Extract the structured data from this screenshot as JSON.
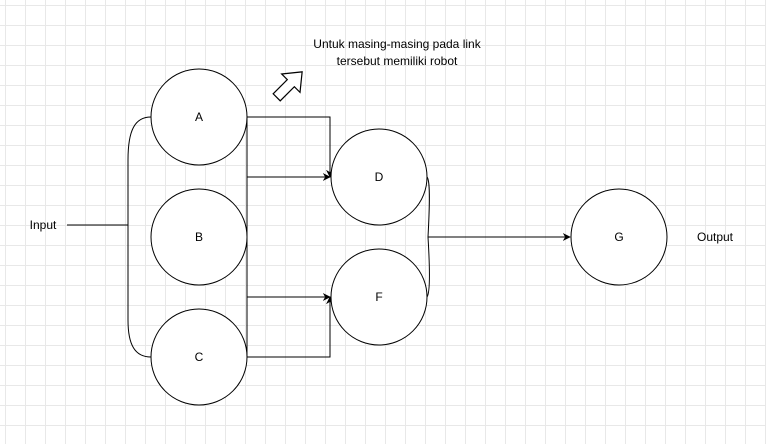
{
  "diagram": {
    "nodes": {
      "a": "A",
      "b": "B",
      "c": "C",
      "d": "D",
      "f": "F",
      "g": "G"
    },
    "labels": {
      "input": "Input",
      "output": "Output",
      "note_line1": "Untuk masing-masing pada link",
      "note_line2": "tersebut memiliki robot"
    },
    "edges": [
      {
        "from": "A",
        "to": "D"
      },
      {
        "from": "B",
        "to": "D"
      },
      {
        "from": "B",
        "to": "F"
      },
      {
        "from": "C",
        "to": "F"
      },
      {
        "from": "D",
        "to": "G"
      },
      {
        "from": "F",
        "to": "G"
      }
    ],
    "colors": {
      "stroke": "#000000",
      "fill": "#ffffff",
      "grid": "#e8e8e8"
    }
  }
}
